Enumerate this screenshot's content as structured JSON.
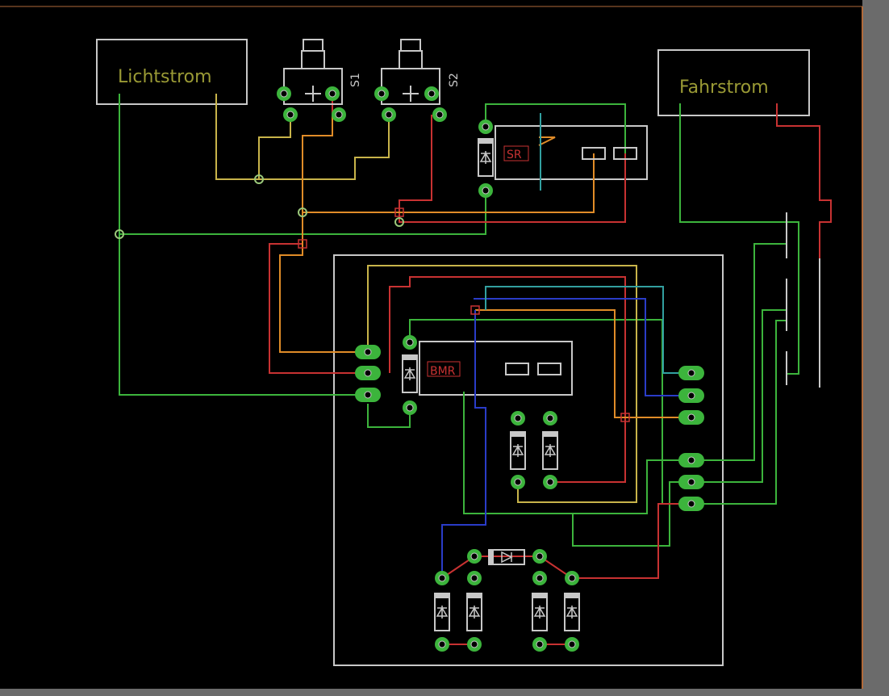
{
  "colors": {
    "background": "#000000",
    "frame": "#c8c8c8",
    "outline_border": "#b06a3a",
    "net_green": "#3cb43c",
    "net_yellow": "#c8b44a",
    "net_red": "#c83232",
    "net_orange": "#e08c28",
    "net_blue": "#2a3cc8",
    "net_cyan": "#32a0a0",
    "pad": "#3cb43c",
    "label": "#9a9a35",
    "part_name_bg": "#8a1010"
  },
  "labels": {
    "lichtstrom": "Lichtstrom",
    "fahrstrom": "Fahrstrom",
    "s1": "S1",
    "s2": "S2",
    "sr": "SR",
    "bmr": "BMR"
  },
  "icons": [
    "pushbutton-switch-icon",
    "relay-icon",
    "diode-icon",
    "screw-terminal-icon",
    "via-icon"
  ]
}
